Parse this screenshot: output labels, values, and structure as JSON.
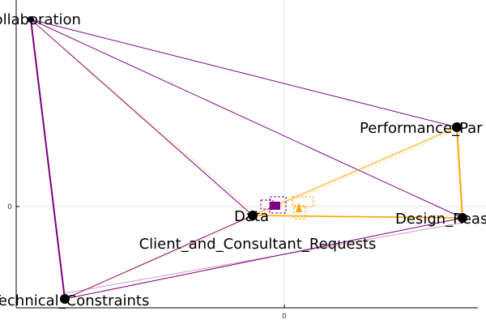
{
  "diagram": {
    "colors": {
      "purple": "#800080",
      "orange": "#FFA500",
      "node": "#000000",
      "axis": "#000000",
      "grid": "#e6e6e6"
    },
    "axes": {
      "x_tick_label": "0",
      "y_tick_label": "0"
    },
    "nodes": [
      {
        "id": "collaboration",
        "label": "Collaboration"
      },
      {
        "id": "performance",
        "label": "Performance_Par"
      },
      {
        "id": "design",
        "label": "Design_Reas"
      },
      {
        "id": "data",
        "label": "Data"
      },
      {
        "id": "client",
        "label": "Client_and_Consultant_Requests"
      },
      {
        "id": "technical",
        "label": "Technical_Constraints"
      }
    ],
    "edges": [
      {
        "from": "collaboration",
        "to": "technical",
        "color": "purple"
      },
      {
        "from": "collaboration",
        "to": "data",
        "color": "purple"
      },
      {
        "from": "collaboration",
        "to": "performance",
        "color": "purple"
      },
      {
        "from": "collaboration",
        "to": "design",
        "color": "purple"
      },
      {
        "from": "technical",
        "to": "data",
        "color": "purple"
      },
      {
        "from": "technical",
        "to": "design",
        "color": "purple"
      },
      {
        "from": "data",
        "to": "performance",
        "color": "orange"
      },
      {
        "from": "data",
        "to": "design",
        "color": "orange"
      },
      {
        "from": "performance",
        "to": "design",
        "color": "orange"
      }
    ]
  }
}
